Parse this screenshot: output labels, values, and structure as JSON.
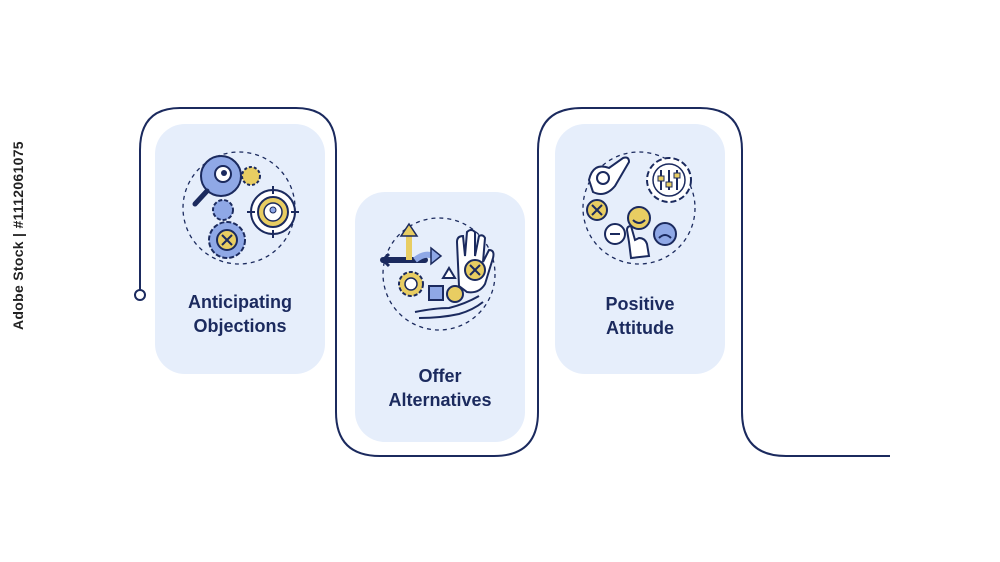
{
  "steps": [
    {
      "label_line1": "Anticipating",
      "label_line2": "Objections",
      "icon": "magnifier-gears-target-icon"
    },
    {
      "label_line1": "Offer",
      "label_line2": "Alternatives",
      "icon": "arrows-hand-shapes-icon"
    },
    {
      "label_line1": "Positive",
      "label_line2": "Attitude",
      "icon": "hand-gear-faces-icon"
    }
  ],
  "watermark": {
    "stock_id": "Adobe Stock | #1112061075"
  },
  "colors": {
    "card_fill": "#e6eefb",
    "outline": "#1b2a5e",
    "accent_yellow": "#e8cd62",
    "accent_blue": "#8fa8e6"
  }
}
